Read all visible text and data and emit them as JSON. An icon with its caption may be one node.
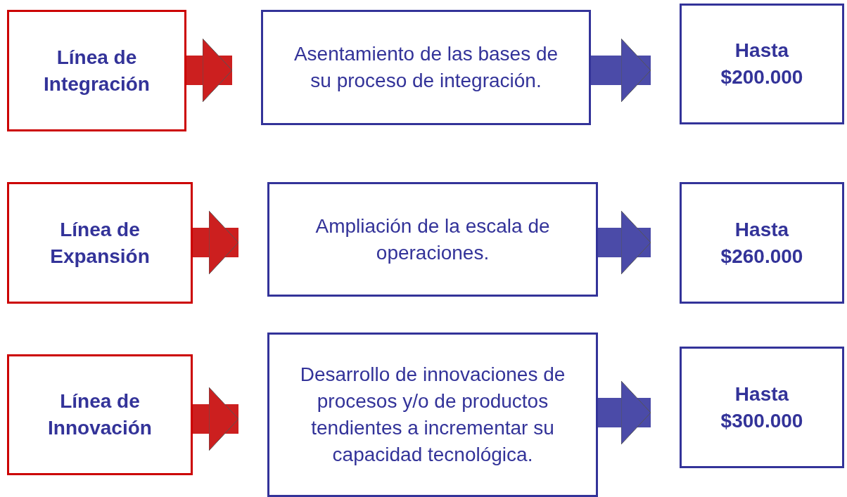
{
  "diagram": {
    "nodes": [
      {
        "text": [
          "Línea de Integración"
        ]
      },
      {
        "text": [
          "Asentamiento de las bases de su proceso de integración."
        ]
      },
      {
        "text": [
          "Hasta $200.000"
        ]
      },
      {
        "text": [
          "Línea de Expansión"
        ]
      },
      {
        "text": [
          "Ampliación de la escala de operaciones."
        ]
      },
      {
        "text": [
          "Hasta $260.000"
        ]
      },
      {
        "text": [
          "Línea de Innovación"
        ]
      },
      {
        "text": [
          "Desarrollo de innovaciones de procesos y/o de productos tendientes a incrementar su capacidad tecnológica."
        ]
      },
      {
        "text": [
          "Hasta $300.000"
        ]
      }
    ],
    "edges": [
      {
        "from": 0,
        "to": 1,
        "arrow": "to",
        "color": "#cc1f1f"
      },
      {
        "from": 1,
        "to": 2,
        "arrow": "to",
        "color": "#4b4ba8"
      },
      {
        "from": 3,
        "to": 4,
        "arrow": "to",
        "color": "#cc1f1f"
      },
      {
        "from": 4,
        "to": 5,
        "arrow": "to",
        "color": "#4b4ba8"
      },
      {
        "from": 6,
        "to": 7,
        "arrow": "to",
        "color": "#cc1f1f"
      },
      {
        "from": 7,
        "to": 8,
        "arrow": "to",
        "color": "#4b4ba8"
      }
    ]
  }
}
